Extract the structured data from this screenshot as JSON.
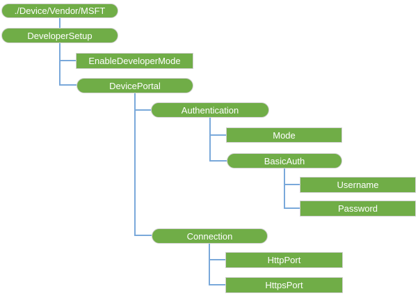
{
  "diagram": {
    "type": "hierarchy-tree",
    "colors": {
      "background": "#FFFFFF",
      "node_fill": "#70AD47",
      "node_text": "#FFFFFF",
      "node_border": "#D0D0D0",
      "connector": "#79A8DA"
    },
    "nodes": {
      "root": {
        "label": "./Device/Vendor/MSFT",
        "shape": "rounded",
        "parent": null
      },
      "developer_setup": {
        "label": "DeveloperSetup",
        "shape": "rounded",
        "parent": "root"
      },
      "enable_developer_mode": {
        "label": "EnableDeveloperMode",
        "shape": "rectangle",
        "parent": "developer_setup"
      },
      "device_portal": {
        "label": "DevicePortal",
        "shape": "rounded",
        "parent": "developer_setup"
      },
      "authentication": {
        "label": "Authentication",
        "shape": "rounded",
        "parent": "device_portal"
      },
      "mode": {
        "label": "Mode",
        "shape": "rectangle",
        "parent": "authentication"
      },
      "basic_auth": {
        "label": "BasicAuth",
        "shape": "rounded",
        "parent": "authentication"
      },
      "username": {
        "label": "Username",
        "shape": "rectangle",
        "parent": "basic_auth"
      },
      "password": {
        "label": "Password",
        "shape": "rectangle",
        "parent": "basic_auth"
      },
      "connection": {
        "label": "Connection",
        "shape": "rounded",
        "parent": "device_portal"
      },
      "http_port": {
        "label": "HttpPort",
        "shape": "rectangle",
        "parent": "connection"
      },
      "https_port": {
        "label": "HttpsPort",
        "shape": "rectangle",
        "parent": "connection"
      }
    }
  }
}
